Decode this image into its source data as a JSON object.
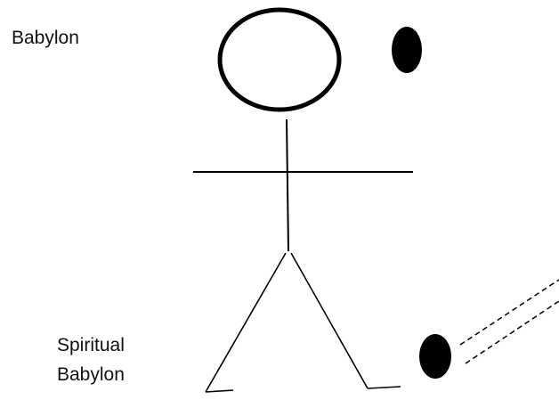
{
  "labels": {
    "top": "Babylon",
    "bottom_line1": "Spiritual",
    "bottom_line2": "Babylon"
  },
  "colors": {
    "ink": "#000000",
    "text": "#111111",
    "background": "#ffffff"
  }
}
